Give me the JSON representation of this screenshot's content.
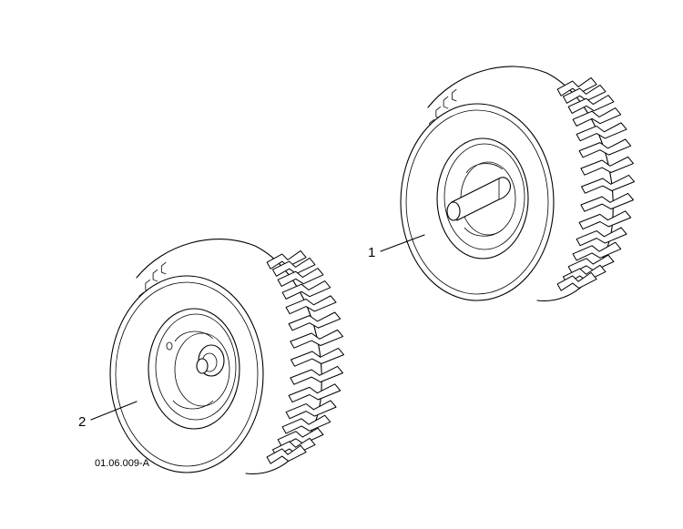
{
  "callouts": [
    {
      "id": "1",
      "label": "1"
    },
    {
      "id": "2",
      "label": "2"
    }
  ],
  "reference_code": "01.06.009-A",
  "colors": {
    "ink": "#000000",
    "paper": "#ffffff"
  }
}
